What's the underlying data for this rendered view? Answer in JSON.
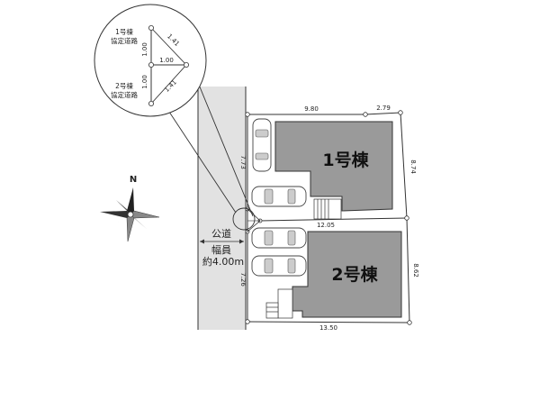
{
  "site_plan": {
    "buildings": [
      {
        "label": "1号棟"
      },
      {
        "label": "2号棟"
      }
    ],
    "road": {
      "name": "公道",
      "width_label": "幅員",
      "width_value": "約4.00m"
    },
    "compass": {
      "label": "N"
    },
    "dimensions": {
      "top_left": "9.80",
      "top_right": "2.79",
      "lot1_left": "7.73",
      "lot1_right": "8.74",
      "divider": "12.05",
      "lot2_left": "7.26",
      "lot2_right": "8.62",
      "bottom": "13.50"
    },
    "callout": {
      "lot1_label_line1": "1号棟",
      "lot1_label_line2": "協定道路",
      "lot2_label_line1": "2号棟",
      "lot2_label_line2": "協定道路",
      "side_upper": "1.41",
      "side_lower": "1.41",
      "middle": "1.00",
      "vertical_upper": "1.00",
      "vertical_lower": "1.00"
    }
  },
  "colors": {
    "building_fill": "#9a9a9a",
    "road_fill": "#e2e2e2",
    "line": "#333333"
  }
}
